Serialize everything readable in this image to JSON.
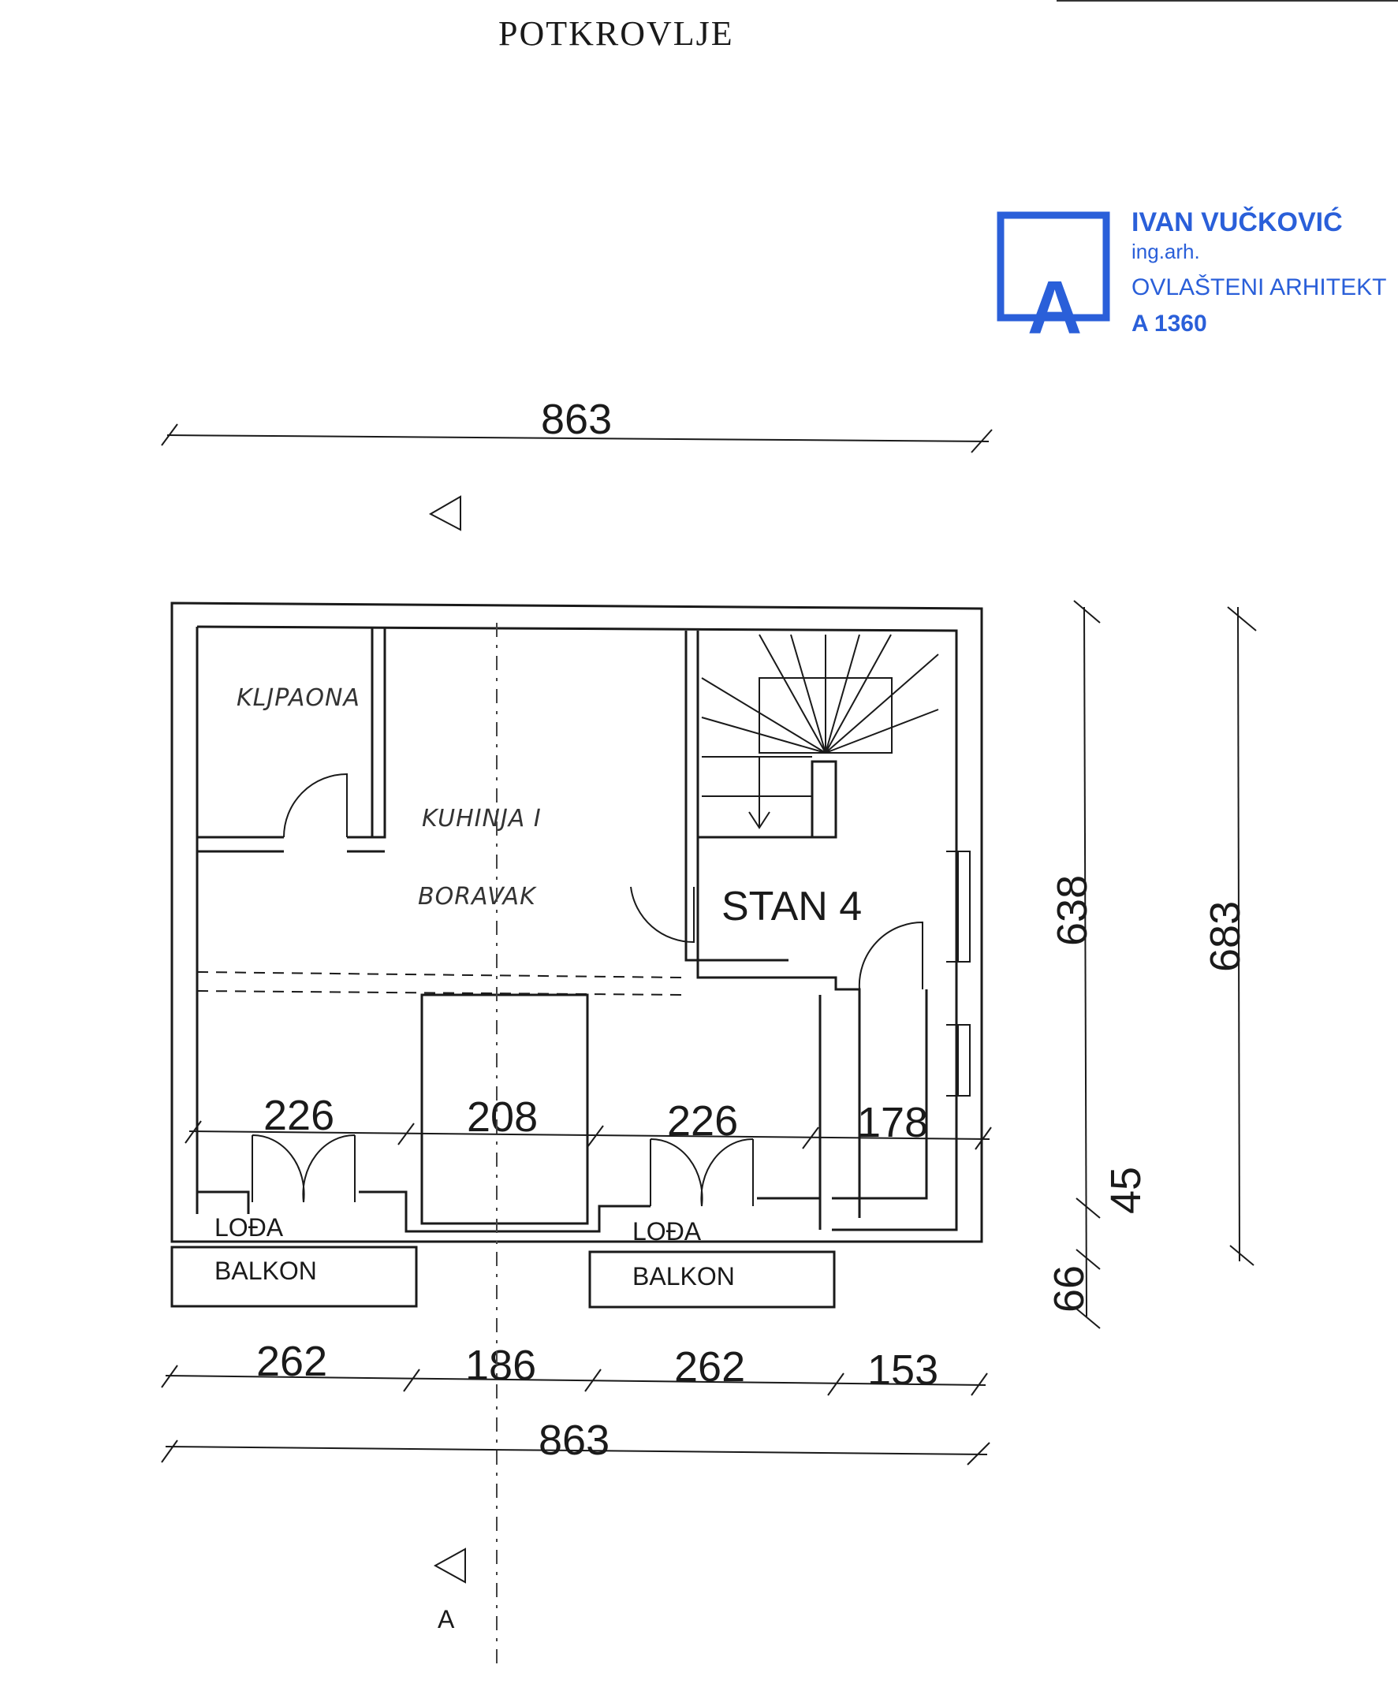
{
  "title": "POTKROVLJE",
  "stamp": {
    "name": "IVAN VUČKOVIĆ",
    "qualification": "ing.arh.",
    "role": "OVLAŠTENI ARHITEKT",
    "number": "A 1360",
    "logo_letter": "A",
    "color": "#2a5fd9"
  },
  "dimensions": {
    "top_total": "863",
    "bottom_total": "863",
    "bottom_segments": [
      "262",
      "186",
      "262",
      "153"
    ],
    "inner_segments": [
      "226",
      "208",
      "226",
      "178"
    ],
    "right_inner": "638",
    "right_outer": "683",
    "right_small_a": "45",
    "right_small_b": "66"
  },
  "rooms": {
    "klopaona": "KLJPAONA",
    "kuhinja": "KUHINJA I",
    "boravak": "BORAVAK",
    "stan": "STAN 4",
    "loda_left": "LOĐA",
    "balkon_left": "BALKON",
    "loda_right": "LOĐA",
    "balkon_right": "BALKON"
  },
  "section_label": "A"
}
